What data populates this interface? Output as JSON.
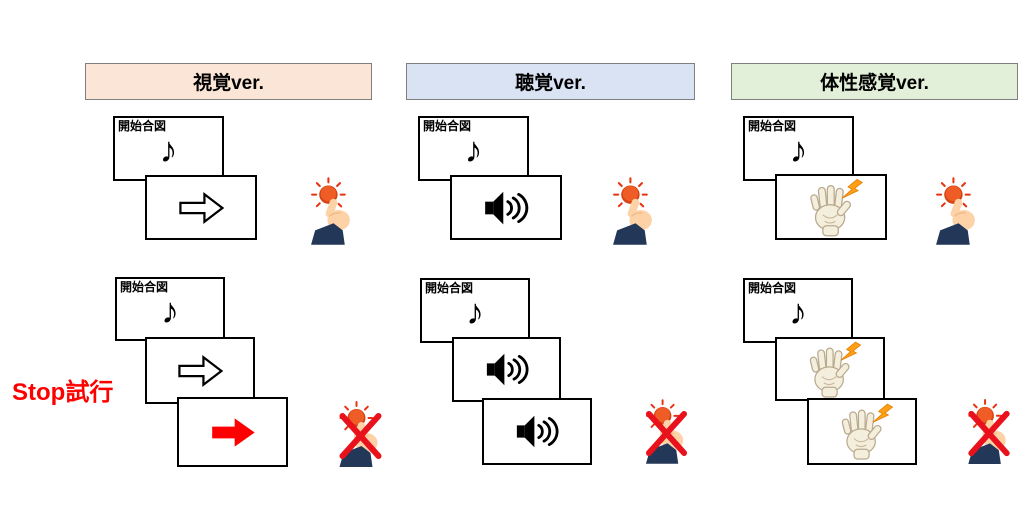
{
  "labels": {
    "start_cue": "開始合図",
    "music_note": "♪",
    "stop_trial": "Stop試行"
  },
  "columns": [
    {
      "header": "視覚ver.",
      "header_bg": "#fbe5d6",
      "go_stimulus": "white-outline-right-arrow",
      "stop_signal": "red-right-arrow",
      "go_response": "button-press",
      "stop_response": "button-press-cancelled"
    },
    {
      "header": "聴覚ver.",
      "header_bg": "#dae3f3",
      "go_stimulus": "speaker-sound",
      "stop_signal": "speaker-sound",
      "go_response": "button-press",
      "stop_response": "button-press-cancelled"
    },
    {
      "header": "体性感覚ver.",
      "header_bg": "#e2efd9",
      "go_stimulus": "hand-electrical-stimulation",
      "stop_signal": "hand-electrical-stimulation",
      "go_response": "button-press",
      "stop_response": "button-press-cancelled"
    }
  ],
  "icons": {
    "start_cue_note": "eighth-note",
    "visual_go": "right-arrow-outline",
    "visual_stop": "right-arrow-red",
    "auditory": "speaker-with-sound-waves",
    "somatosensory": "open-hand-with-lightning-bolt",
    "response": "finger-pressing-red-button",
    "no_response": "finger-pressing-red-button-with-red-x"
  },
  "colors": {
    "box_border": "#000000",
    "stop_label_text": "#ff0000",
    "red_arrow": "#ff0000",
    "button": "#e8501e",
    "x_mark": "#e8111c",
    "sleeve": "#233758",
    "skin": "#fdd2a6",
    "hand_fill": "#f4eedd",
    "lightning_bolt": "#ffa014",
    "header_visual_bg": "#fbe5d6",
    "header_auditory_bg": "#dae3f3",
    "header_somatosensory_bg": "#e2efd9"
  }
}
